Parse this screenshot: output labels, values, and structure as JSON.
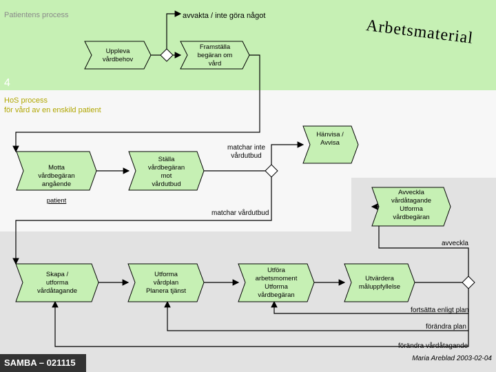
{
  "colors": {
    "lane_patient": "#c6f0b4",
    "lane_hos": "#f7f7f7",
    "lane_bottom": "#e2e2e2",
    "step_fill": "#c6f0b4",
    "gateway_fill": "#ffffff",
    "line": "#000000"
  },
  "lanes": {
    "patient_label": "Patientens process",
    "hos_label": "HoS process\nför vård av en enskild patient",
    "number": "4"
  },
  "document_label": "Arbetsmaterial",
  "steps": {
    "uppleva": "Uppleva\nvårdbehov",
    "framstalla": "Framställa\nbegäran om\nvård",
    "motta": "Motta\nvårdbegäran\nangående",
    "motta_last": "patient",
    "stalla": "Ställa\nvårdbegäran\nmot\nvårdutbud",
    "hanvisa": "Hänvisa /\nAvvisa",
    "avveckla": "Avveckla\nvårdåtagande\nUtforma\nvårdbegäran",
    "skapa": "Skapa /\nutforma\nvårdåtagande",
    "utforma_plan": "Utforma\nvårdplan\nPlanera tjänst",
    "utfora": "Utföra\narbetsmoment\nUtforma\nvårdbegäran",
    "utvardera": "Utvärdera\nmåluppfyllelse"
  },
  "labels": {
    "avvakta": "avvakta / inte göra något",
    "matchar_inte": "matchar inte\nvårdutbud",
    "matchar": "matchar vårdutbud",
    "avveckla_edge": "avveckla",
    "fortsatta": "fortsätta enligt plan",
    "forandra_plan": "förändra plan",
    "forandra_atagande": "förändra vårdåtagande"
  },
  "footer": {
    "badge": "SAMBA – 021115",
    "author": "Maria Areblad 2003-02-04"
  }
}
